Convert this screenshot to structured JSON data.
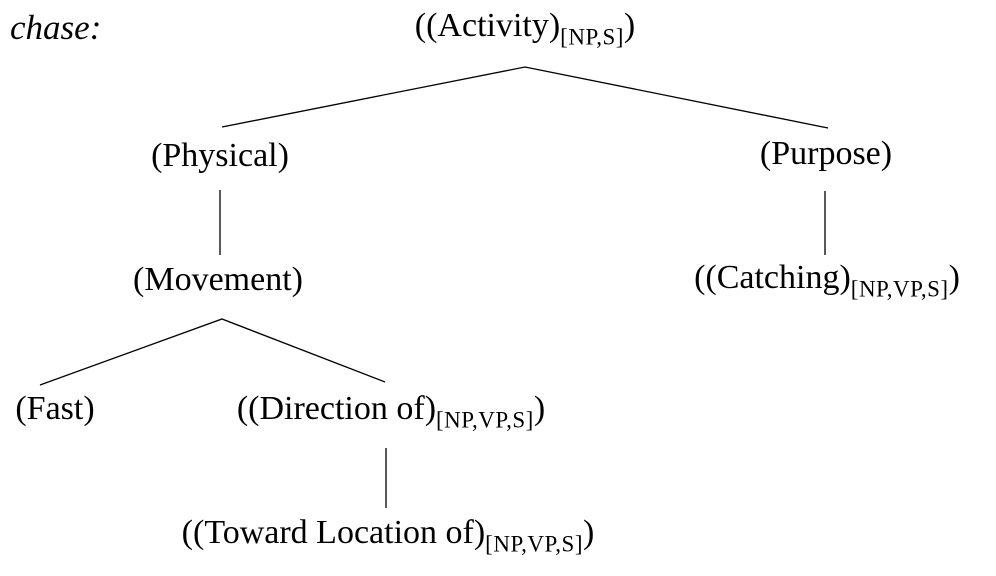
{
  "figure": {
    "word_label": "chase:",
    "description_edges": [
      "activity→physical",
      "activity→purpose",
      "physical→movement",
      "purpose→catching",
      "movement→fast",
      "movement→direction",
      "direction→toward_location"
    ],
    "hierarchy": {
      "node": "activity",
      "children": [
        {
          "node": "physical",
          "children": [
            {
              "node": "movement",
              "children": [
                {
                  "node": "fast",
                  "children": []
                },
                {
                  "node": "direction",
                  "children": [
                    {
                      "node": "toward_location",
                      "children": []
                    }
                  ]
                }
              ]
            }
          ]
        },
        {
          "node": "purpose",
          "children": [
            {
              "node": "catching",
              "children": []
            }
          ]
        }
      ]
    }
  },
  "nodes": {
    "activity": {
      "main": "((Activity)",
      "sub": "[NP,S]",
      "close": ")"
    },
    "physical": {
      "main": "(Physical)"
    },
    "purpose": {
      "main": "(Purpose)"
    },
    "movement": {
      "main": "(Movement)"
    },
    "catching": {
      "main": "((Catching)",
      "sub": "[NP,VP,S]",
      "close": ")"
    },
    "fast": {
      "main": "(Fast)"
    },
    "direction": {
      "main": "((Direction of)",
      "sub": "[NP,VP,S]",
      "close": ")"
    },
    "toward_location": {
      "main": "((Toward Location of)",
      "sub": "[NP,VP,S]",
      "close": ")"
    }
  },
  "colors": {
    "background": "#ffffff",
    "text": "#000000",
    "line": "#000000"
  }
}
